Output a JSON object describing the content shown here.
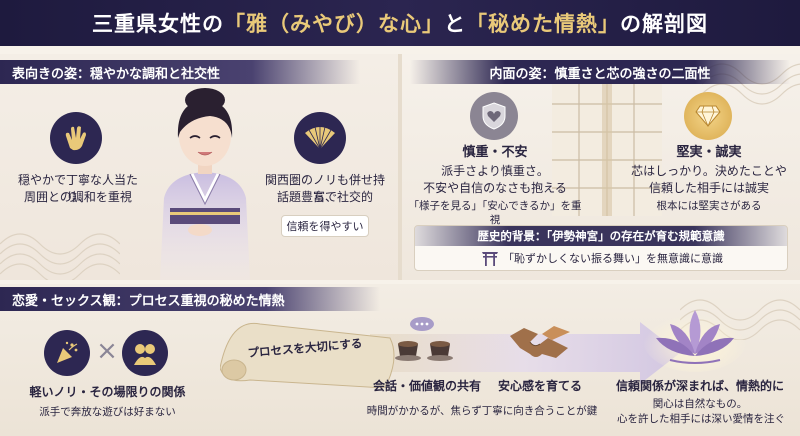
{
  "title": {
    "part1": "三重県女性の",
    "part2": "「雅（みやび）な心」",
    "part3": "と",
    "part4": "「秘めた情熱」",
    "part5": "の解剖図"
  },
  "left": {
    "header": "表向きの姿：穏やかな調和と社交性",
    "trait1_line1": "穏やかで丁寧な人当たり、",
    "trait1_line2": "周囲との調和を重視",
    "trait2_line1": "関西圏のノリも併せ持ち、",
    "trait2_line2": "話題豊富で社交的",
    "trait2_pill": "信頼を得やすい"
  },
  "right": {
    "header": "内面の姿：慎重さと芯の強さの二面性",
    "careful_title": "慎重・不安",
    "careful_line1": "派手さより慎重さ。",
    "careful_line2": "不安や自信のなさも抱える",
    "careful_line3": "「様子を見る」「安心できるか」を重視",
    "firm_title": "堅実・誠実",
    "firm_line1": "芯はしっかり。決めたことや",
    "firm_line2": "信頼した相手には誠実",
    "firm_line3": "根本には堅実さがある",
    "history_title": "歴史的背景：「伊勢神宮」の存在が育む規範意識",
    "history_text": "「恥ずかしくない振る舞い」を無意識に意識"
  },
  "bottom": {
    "header": "恋愛・セックス観：プロセス重視の秘めた情熱",
    "cross": "×",
    "reject_title": "軽いノリ・その場限りの関係",
    "reject_sub": "派手で奔放な遊びは好まない",
    "scroll_label": "プロセスを大切にする",
    "step1": "会話・価値観の共有",
    "step2": "安心感を育てる",
    "steps_sub": "時間がかかるが、焦らず丁寧に向き合うことが鍵",
    "result_title": "信頼関係が深まれば、情熱的に",
    "result_line1": "関心は自然なもの。",
    "result_line2": "心を許した相手には深い愛情を注ぐ"
  },
  "colors": {
    "navy": "#1e1a3e",
    "gold": "#e9c979",
    "lavender": "#a89cc8",
    "kimono": "#b7a9cf"
  }
}
